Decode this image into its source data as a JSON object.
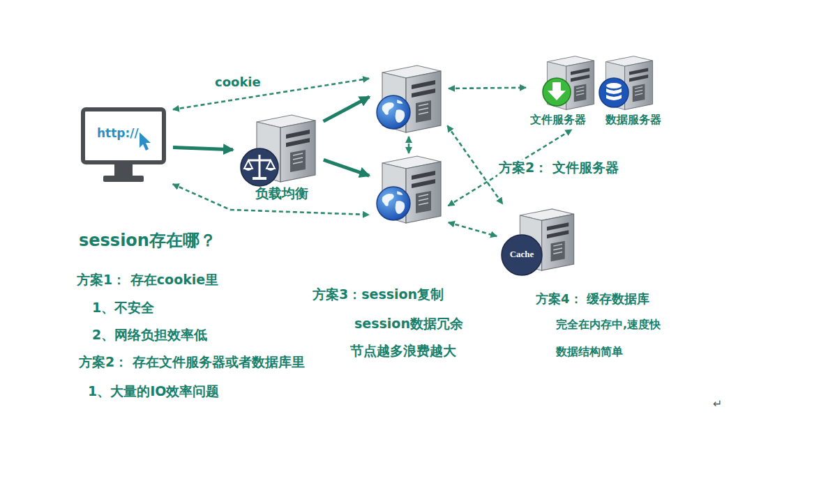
{
  "diagram": {
    "nodes": [
      {
        "text": [
          "http://"
        ]
      },
      {
        "text": [
          "负载均衡"
        ]
      },
      {
        "text": []
      },
      {
        "text": []
      },
      {
        "text": [
          "文件服务器"
        ]
      },
      {
        "text": [
          "数据服务器"
        ]
      },
      {
        "text": [
          "Cache"
        ]
      }
    ],
    "edges": [
      {
        "from": 0,
        "to": 2,
        "arrow": "both",
        "label": "cookie"
      },
      {
        "from": 0,
        "to": 1,
        "arrow": "to"
      },
      {
        "from": 1,
        "to": 2,
        "arrow": "to"
      },
      {
        "from": 1,
        "to": 3,
        "arrow": "to"
      },
      {
        "from": 0,
        "to": 3,
        "arrow": "both"
      },
      {
        "from": 2,
        "to": 3,
        "arrow": "both"
      },
      {
        "from": 2,
        "to": 4,
        "arrow": "both"
      },
      {
        "from": 3,
        "to": 4,
        "arrow": "both"
      },
      {
        "from": 2,
        "to": 6,
        "arrow": "both"
      },
      {
        "from": 3,
        "to": 6,
        "arrow": "both"
      }
    ],
    "labels": [
      "session存在哪？",
      "方案1： 存在cookie里",
      "1、不安全",
      "2、网络负担效率低",
      "方案2： 存在文件服务器或者数据库里",
      "1、大量的IO效率问题",
      "方案2： 文件服务器",
      "方案3：session复制",
      "session数据冗余",
      "节点越多浪费越大",
      "方案4： 缓存数据库",
      "完全在内存中,速度快",
      "数据结构简单",
      "↵"
    ]
  }
}
